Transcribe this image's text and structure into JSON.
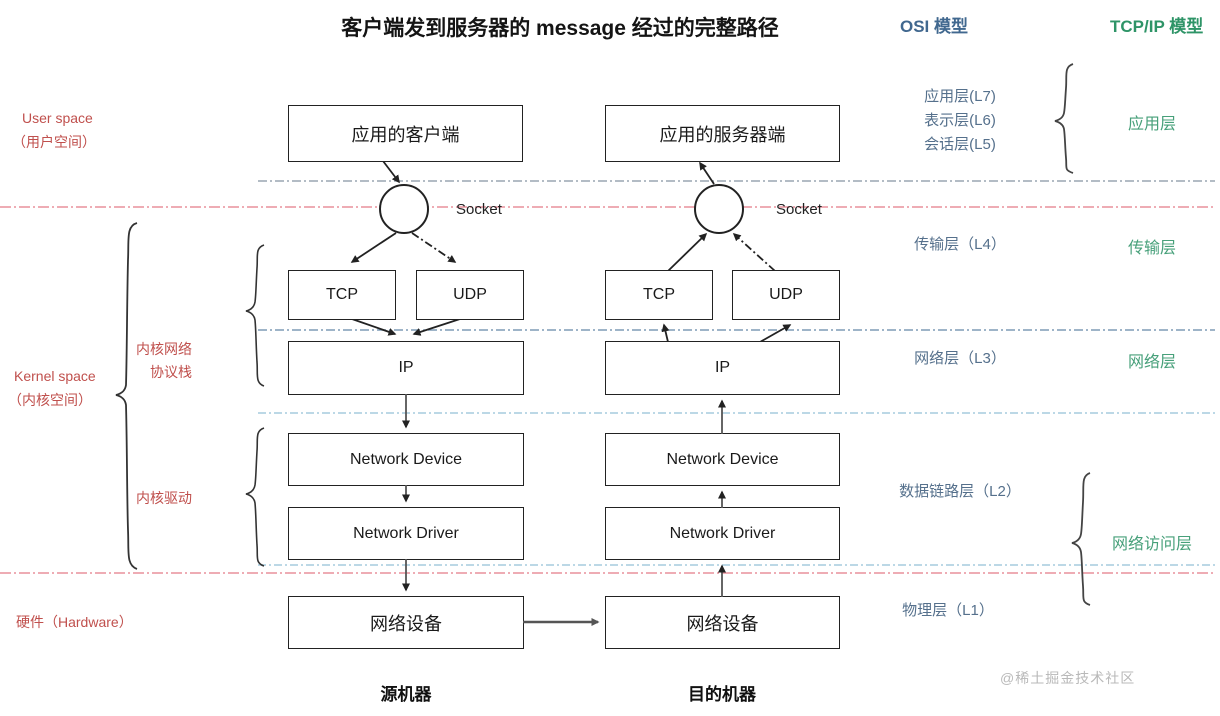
{
  "title": "客户端发到服务器的 message 经过的完整路径",
  "headers": {
    "osi": "OSI 模型",
    "tcpip": "TCP/IP 模型"
  },
  "colors": {
    "osi_label": "#55708c",
    "tcpip_label": "#47a07a",
    "space_label": "#c0504d",
    "box_border": "#222222",
    "divider_user_kernel": "#e8a0a8",
    "divider_app_transport": "#9aa6b2",
    "divider_transport_network": "#8fa8bd",
    "divider_network_link": "#b9d6e4",
    "divider_hardware": "#e8a0a8",
    "arrow": "#333333"
  },
  "left_annotations": {
    "user_space_en": "User space",
    "user_space_cn": "（用户空间）",
    "kernel_space_en": "Kernel space",
    "kernel_space_cn": "（内核空间）",
    "hardware": "硬件（Hardware）",
    "kernel_net_stack": "内核网络\n协议栈",
    "kernel_net_stack_l1": "内核网络",
    "kernel_net_stack_l2": "协议栈",
    "kernel_driver": "内核驱动"
  },
  "columns": {
    "source_machine": "源机器",
    "dest_machine": "目的机器"
  },
  "socket_label": "Socket",
  "boxes": {
    "client_app": "应用的客户端",
    "server_app": "应用的服务器端",
    "tcp": "TCP",
    "udp": "UDP",
    "ip": "IP",
    "network_device_en": "Network Device",
    "network_driver_en": "Network Driver",
    "network_device_cn": "网络设备"
  },
  "osi_layers": [
    {
      "name": "应用层",
      "level": "(L7)"
    },
    {
      "name": "表示层",
      "level": "(L6)"
    },
    {
      "name": "会话层",
      "level": "(L5)"
    },
    {
      "name": "传输层",
      "level": "（L4）"
    },
    {
      "name": "网络层",
      "level": "（L3）"
    },
    {
      "name": "数据链路层",
      "level": "（L2）"
    },
    {
      "name": "物理层",
      "level": "（L1）"
    }
  ],
  "osi_text": {
    "l7": "应用层(L7)",
    "l6": "表示层(L6)",
    "l5": "会话层(L5)",
    "l4": "传输层（L4）",
    "l3": "网络层（L3）",
    "l2": "数据链路层（L2）",
    "l1": "物理层（L1）"
  },
  "tcpip_layers": {
    "application": "应用层",
    "transport": "传输层",
    "network": "网络层",
    "network_access": "网络访问层"
  },
  "watermark": "@稀土掘金技术社区"
}
